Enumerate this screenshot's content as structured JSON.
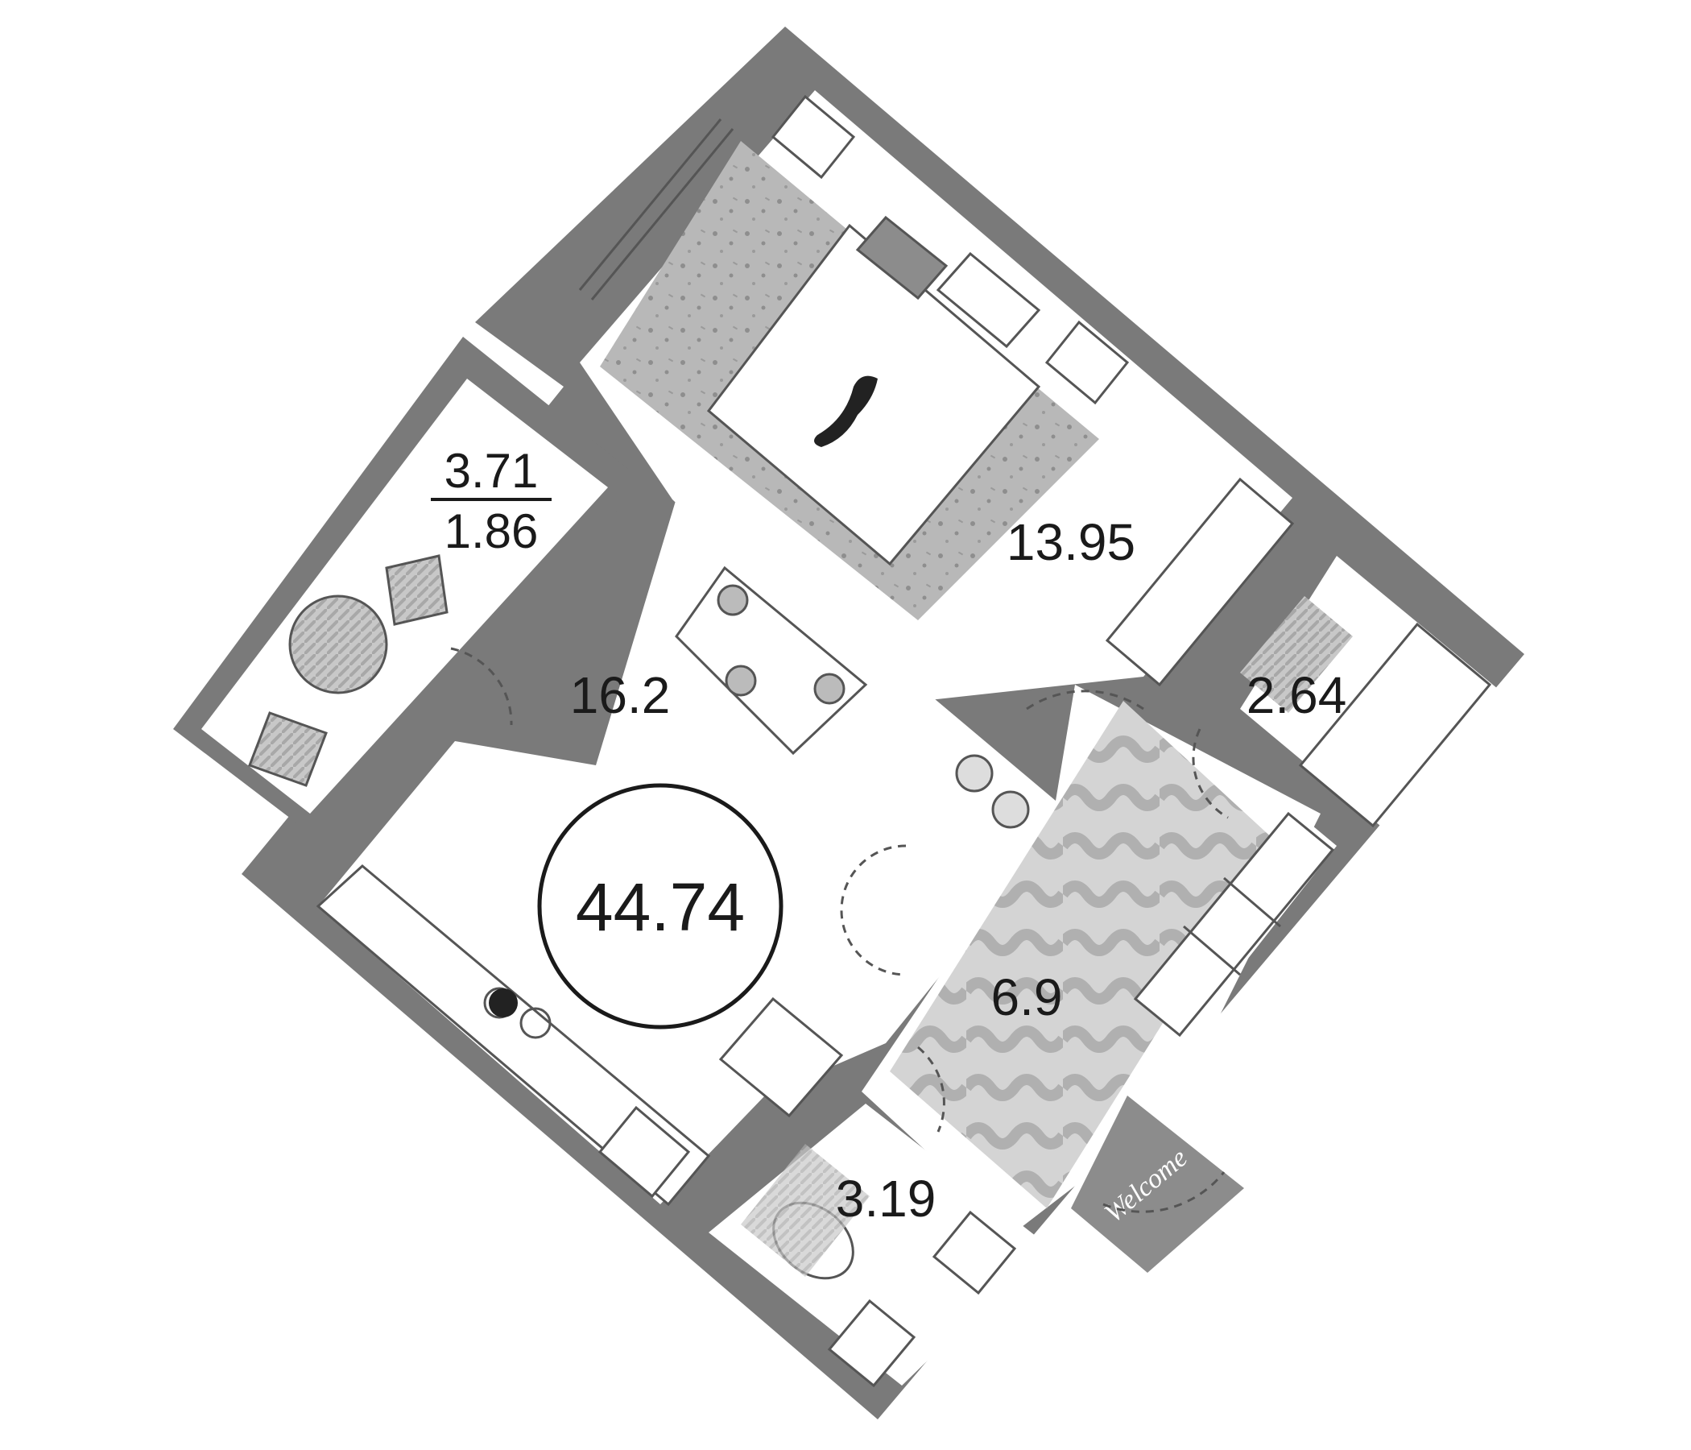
{
  "colors": {
    "wall": "#7a7a7a",
    "floor": "#ffffff",
    "line": "#555555",
    "rug": "#b5b5b5",
    "rug_light": "#d0d0d0",
    "text": "#1a1a1a",
    "mat": "#8c8c8c"
  },
  "areas": {
    "total": "44.74",
    "bedroom": "13.95",
    "living_kitchen": "16.2",
    "balcony_top": "3.71",
    "balcony_bottom": "1.86",
    "hallway": "6.9",
    "bathroom": "2.64",
    "toilet": "3.19"
  },
  "mat_text": "Welcome"
}
